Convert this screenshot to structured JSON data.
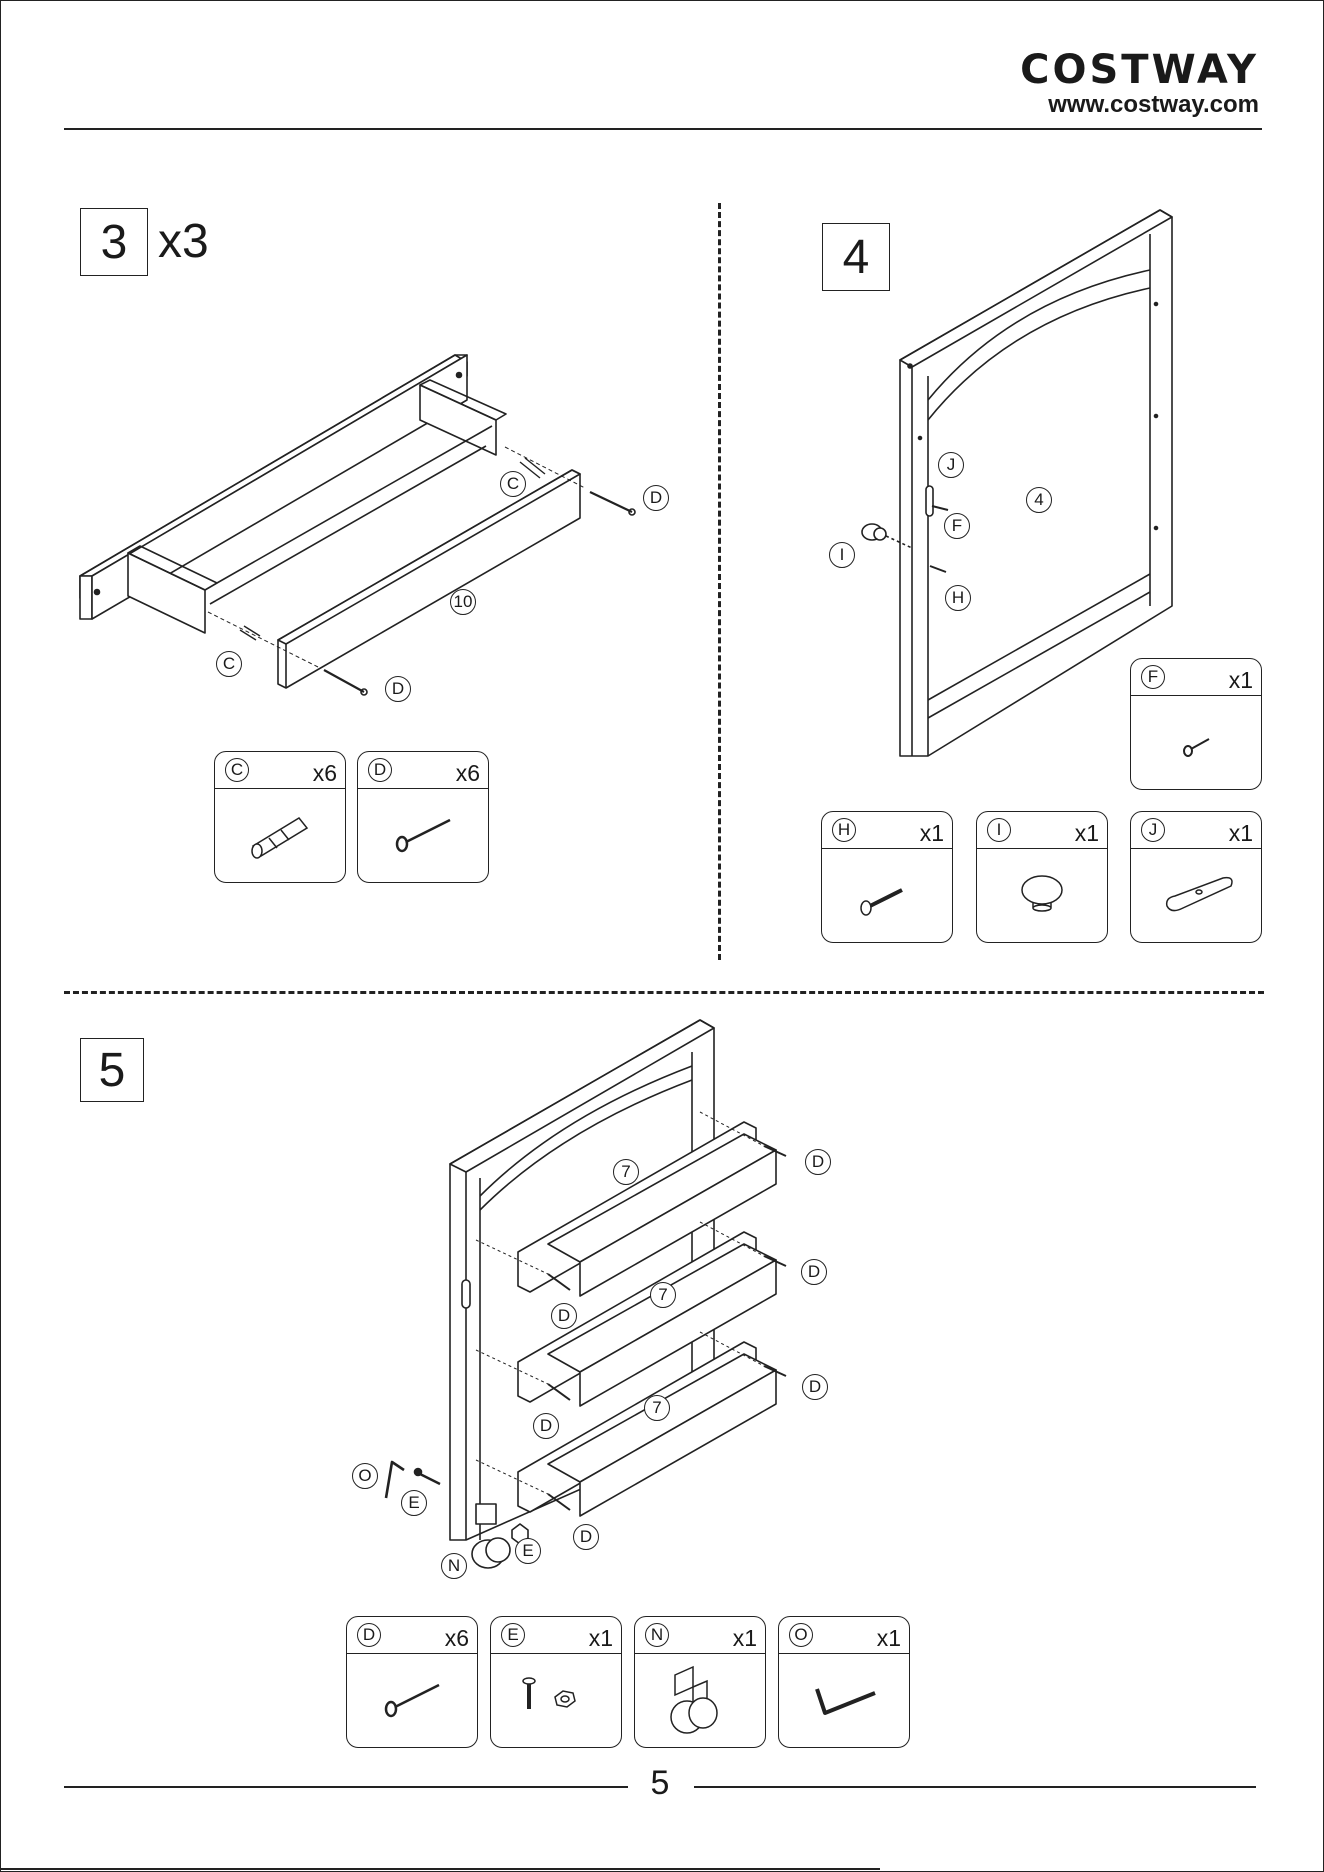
{
  "header": {
    "brand": "COSTWAY",
    "url": "www.costway.com"
  },
  "step3": {
    "number": "3",
    "multiplier": "x3",
    "callouts": {
      "c1": "C",
      "c2": "C",
      "d1": "D",
      "d2": "D",
      "panel": "10"
    },
    "parts": [
      {
        "letter": "C",
        "qty": "x6",
        "icon": "dowel-icon"
      },
      {
        "letter": "D",
        "qty": "x6",
        "icon": "screw-icon"
      }
    ]
  },
  "step4": {
    "number": "4",
    "callouts": {
      "j": "J",
      "f": "F",
      "h": "H",
      "i": "I",
      "panel": "4"
    },
    "parts": [
      {
        "letter": "F",
        "qty": "x1",
        "icon": "small-screw-icon"
      },
      {
        "letter": "H",
        "qty": "x1",
        "icon": "bolt-icon"
      },
      {
        "letter": "I",
        "qty": "x1",
        "icon": "knob-icon"
      },
      {
        "letter": "J",
        "qty": "x1",
        "icon": "backing-plate-icon"
      }
    ]
  },
  "step5": {
    "number": "5",
    "callouts": {
      "d1": "D",
      "d2": "D",
      "d3": "D",
      "d4": "D",
      "d5": "D",
      "d6": "D",
      "s1": "7",
      "s2": "7",
      "s3": "7",
      "o": "O",
      "e1": "E",
      "e2": "E",
      "n": "N"
    },
    "parts": [
      {
        "letter": "D",
        "qty": "x6",
        "icon": "screw-icon"
      },
      {
        "letter": "E",
        "qty": "x1",
        "icon": "bolt-nut-icon"
      },
      {
        "letter": "N",
        "qty": "x1",
        "icon": "caster-wheel-icon"
      },
      {
        "letter": "O",
        "qty": "x1",
        "icon": "allen-key-icon"
      }
    ]
  },
  "footer": {
    "page_number": "5"
  }
}
